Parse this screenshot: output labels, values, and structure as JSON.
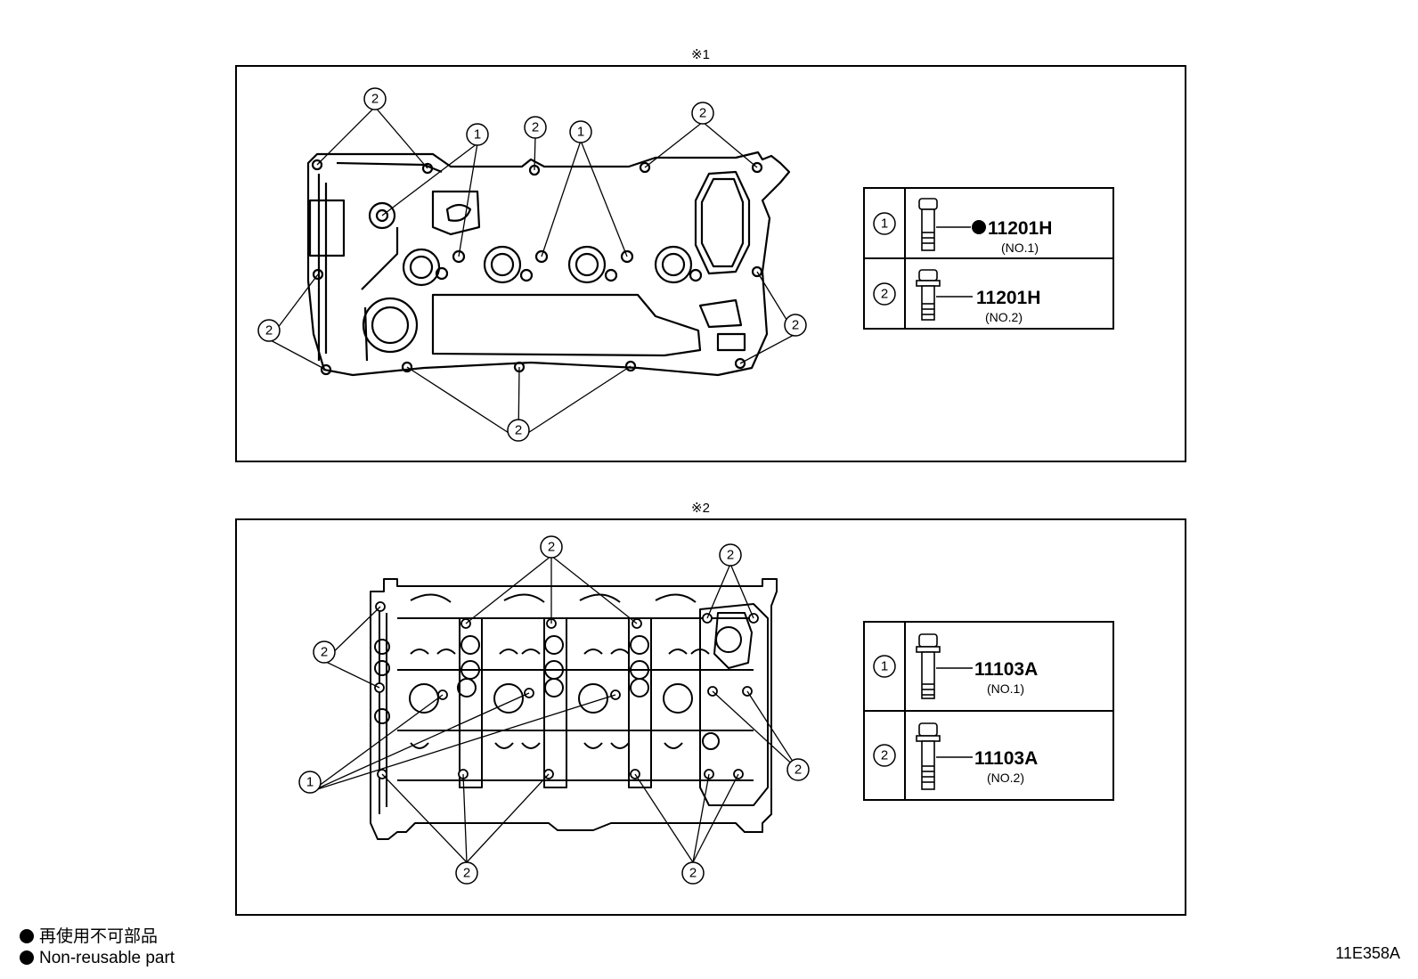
{
  "figure_ids": {
    "top": "※1",
    "bottom": "※2"
  },
  "callouts": {
    "one": "1",
    "two": "2"
  },
  "top_table": {
    "rows": [
      {
        "num": "1",
        "part": "11201H",
        "note": "(NO.1)",
        "non_reusable": true
      },
      {
        "num": "2",
        "part": "11201H",
        "note": "(NO.2)",
        "non_reusable": false
      }
    ]
  },
  "bottom_table": {
    "rows": [
      {
        "num": "1",
        "part": "11103A",
        "note": "(NO.1)",
        "non_reusable": false
      },
      {
        "num": "2",
        "part": "11103A",
        "note": "(NO.2)",
        "non_reusable": false
      }
    ]
  },
  "legend": {
    "japanese": "再使用不可部品",
    "english": "Non-reusable part",
    "bullet_icon": "filled-circle-icon"
  },
  "diagram_code": "11E358A"
}
